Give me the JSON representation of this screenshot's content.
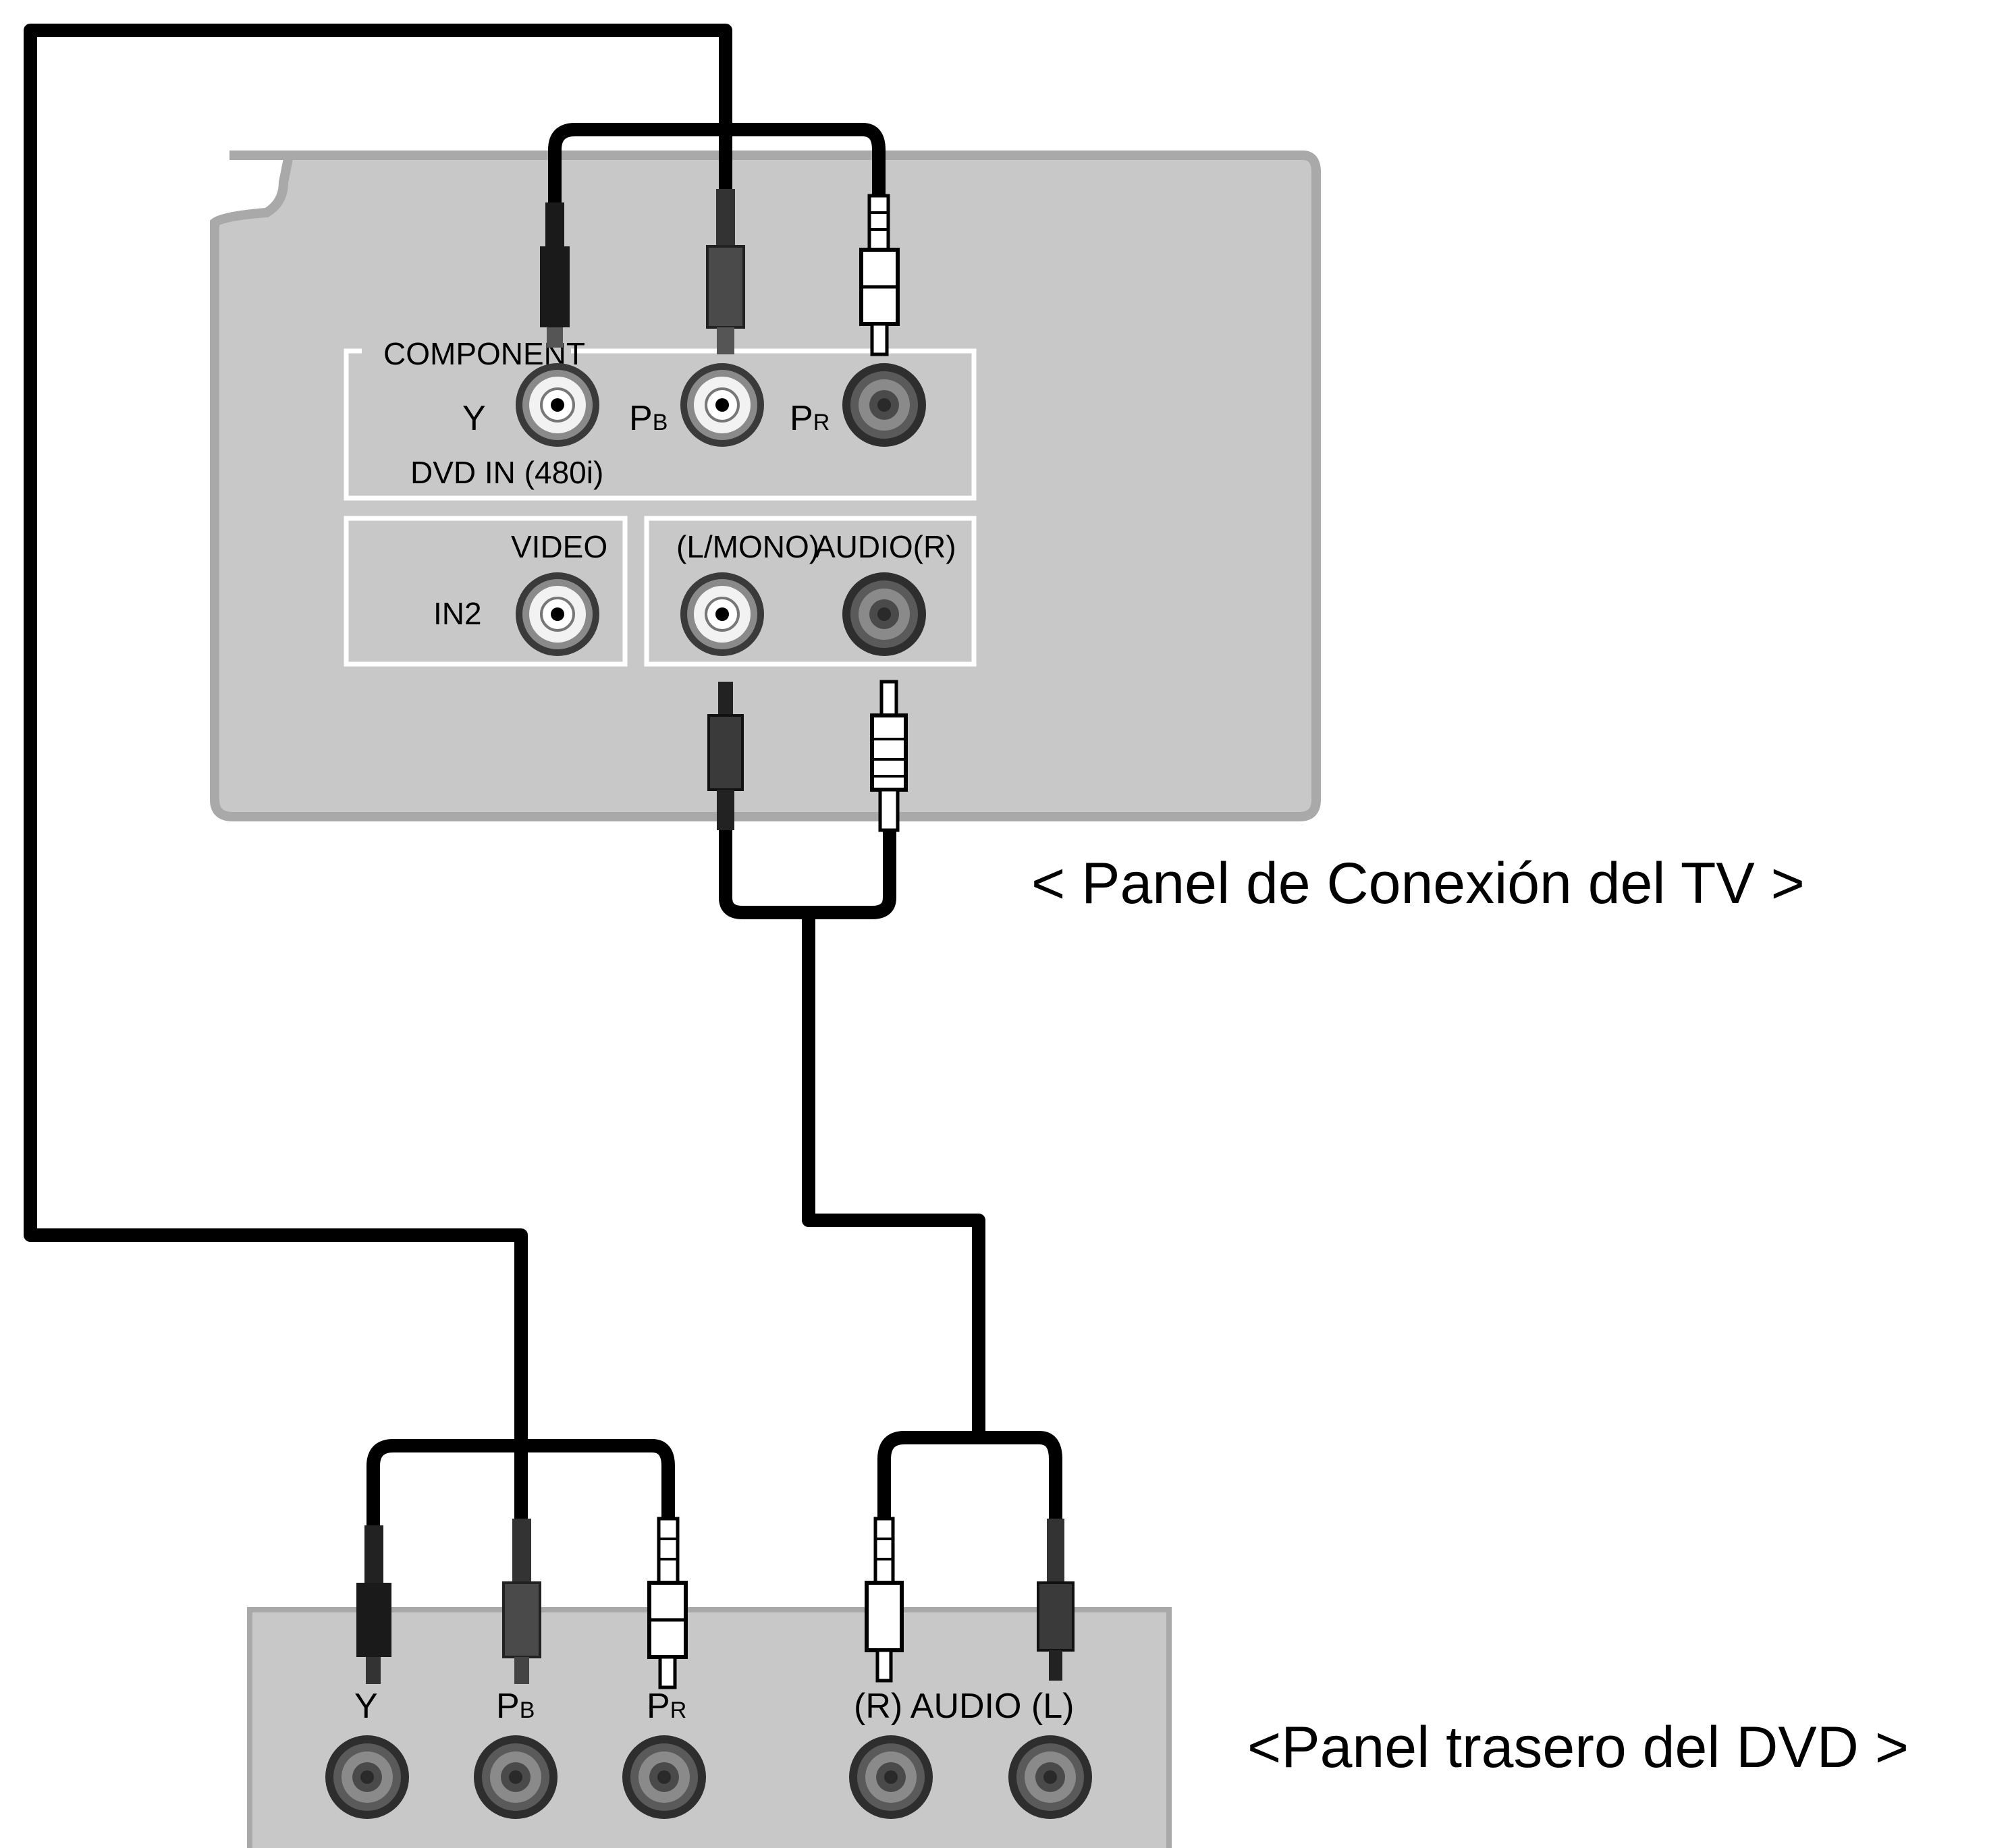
{
  "tv_panel": {
    "caption": "< Panel de Conexión del TV >",
    "component_label": "COMPONENT",
    "dvd_in_label": "DVD IN (480i)",
    "y_label": "Y",
    "pb_main": "P",
    "pb_sub": "B",
    "pr_main": "P",
    "pr_sub": "R",
    "video_label": "VIDEO",
    "in2_label": "IN2",
    "audio_l_label": "(L/MONO)",
    "audio_r_label": "AUDIO(R)"
  },
  "dvd_panel": {
    "caption": "<Panel trasero del DVD >",
    "y_label": "Y",
    "pb_main": "P",
    "pb_sub": "B",
    "pr_main": "P",
    "pr_sub": "R",
    "audio_label": "(R) AUDIO (L)"
  },
  "colors": {
    "panel_gray": "#c8c8c8",
    "panel_border": "#a9a9a9",
    "cable": "#000000",
    "plug_dark": "#2a2a2a",
    "plug_mid": "#4a4a4a",
    "plug_white": "#ffffff"
  }
}
